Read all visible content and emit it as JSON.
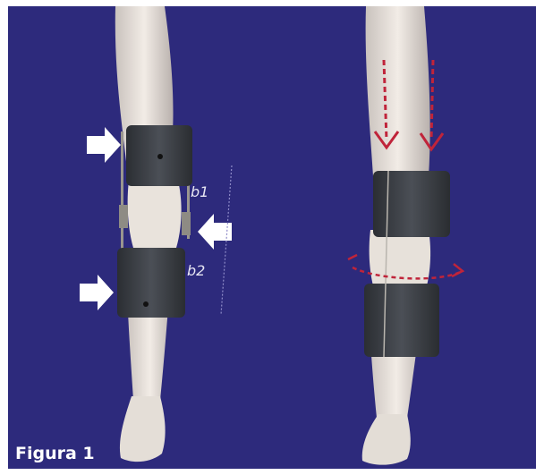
{
  "figure": {
    "caption": "Figura 1",
    "background_color": "#2d2a7c"
  },
  "labels": {
    "b1": "b1",
    "b2": "b2"
  },
  "illustration": {
    "left_leg": {
      "arrows": [
        "arrow-right-icon",
        "arrow-left-icon",
        "arrow-right-icon"
      ],
      "brace_color": "#3b3e44"
    },
    "right_leg": {
      "force_arrows_color": "#c0243a",
      "brace_color": "#3b3e44"
    }
  }
}
